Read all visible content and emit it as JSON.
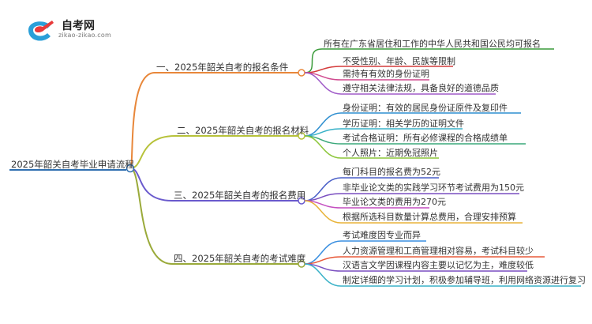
{
  "logo": {
    "name": "自考网",
    "domain": "zikao-zikao.com"
  },
  "root": "2025年韶关自考毕业申请流程",
  "branches": [
    {
      "label": "一、2025年韶关自考的报名条件",
      "color": "#e8873a",
      "items": [
        "所有在广东省居住和工作的中华人民共和国公民均可报名",
        "不受性别、年龄、民族等限制",
        "需持有有效的身份证明",
        "遵守相关法律法规，具备良好的道德品质"
      ],
      "item_colors": [
        "#3a9b3a",
        "#d43b3b",
        "#d04a8f",
        "#a05bc8"
      ]
    },
    {
      "label": "二、2025年韶关自考的报名材料",
      "color": "#b7c23a",
      "items": [
        "身份证明：有效的居民身份证原件及复印件",
        "学历证明：相关学历的证明文件",
        "考试合格证明：所有必修课程的合格成绩单",
        "个人照片：近期免冠照片"
      ],
      "item_colors": [
        "#2f8fd0",
        "#3ab2c8",
        "#3aa87a",
        "#8cc63a"
      ]
    },
    {
      "label": "三、2025年韶关自考的报名费用",
      "color": "#6a5acd",
      "items": [
        "每门科目的报名费为52元",
        "非毕业论文类的实践学习环节考试费用为150元",
        "毕业论文类的费用为270元",
        "根据所选科目数量计算总费用，合理安排预算"
      ],
      "item_colors": [
        "#4a5fc8",
        "#7a4fc0",
        "#c44fc0",
        "#e8b43a"
      ]
    },
    {
      "label": "四、2025年韶关自考的考试难度",
      "color": "#9aaa3a",
      "items": [
        "考试难度因专业而异",
        "人力资源管理和工商管理相对容易，考试科目较少",
        "汉语言文学因课程内容主要以记忆为主，难度较低",
        "制定详细的学习计划，积极参加辅导班，利用网络资源进行复习"
      ],
      "item_colors": [
        "#3a8fe0",
        "#e85a3a",
        "#7a4fc0",
        "#3ab2c8"
      ]
    }
  ]
}
